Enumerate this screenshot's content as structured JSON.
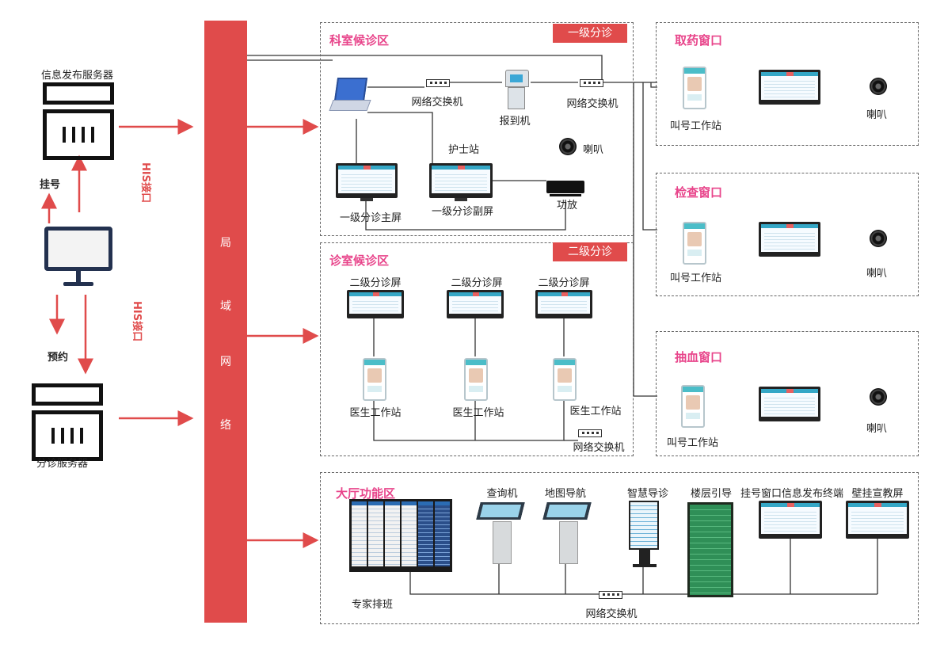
{
  "left": {
    "info_server_label": "信息发布服务器",
    "triage_server_label": "分诊服务器",
    "register_label": "挂号",
    "appointment_label": "预约",
    "his_label_1": "HIS接口",
    "his_label_2": "HIS接口"
  },
  "lan": {
    "chars": [
      "局",
      "域",
      "网",
      "络"
    ]
  },
  "dept_zone": {
    "title": "科室候诊区",
    "badge": "一级分诊",
    "switch_1": "网络交换机",
    "switch_2": "网络交换机",
    "checkin": "报到机",
    "nurse_station": "护士站",
    "speaker": "喇叭",
    "main_screen": "一级分诊主屏",
    "sub_screen": "一级分诊副屏",
    "amplifier": "功放"
  },
  "clinic_zone": {
    "title": "诊室候诊区",
    "badge": "二级分诊",
    "screens": [
      "二级分诊屏",
      "二级分诊屏",
      "二级分诊屏"
    ],
    "doctors": [
      "医生工作站",
      "医生工作站",
      "医生工作站"
    ],
    "switch": "网络交换机"
  },
  "windows": [
    {
      "title": "取药窗口",
      "station": "叫号工作站",
      "speaker": "喇叭"
    },
    {
      "title": "检查窗口",
      "station": "叫号工作站",
      "speaker": "喇叭"
    },
    {
      "title": "抽血窗口",
      "station": "叫号工作站",
      "speaker": "喇叭"
    }
  ],
  "hall_zone": {
    "title": "大厅功能区",
    "expert": "专家排班",
    "query": "查询机",
    "map": "地图导航",
    "smart": "智慧导诊",
    "floor": "楼层引导",
    "register_terminal": "挂号窗口信息发布终端",
    "wall": "壁挂宣教屏",
    "switch": "网络交换机"
  },
  "colors": {
    "accent_red": "#e04b4b",
    "title_pink": "#e8458b"
  }
}
